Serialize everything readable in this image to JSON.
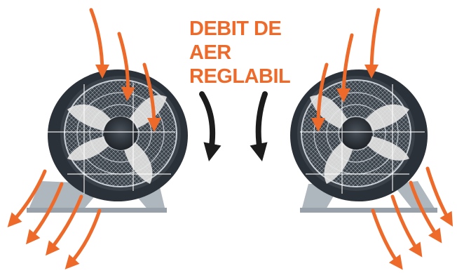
{
  "caption": {
    "lines": [
      "DEBIT DE",
      "AER",
      "REGLABIL"
    ]
  },
  "colors": {
    "accent": "#EE6A2A",
    "airflow": "#EE6A2A",
    "control_arrows": "#1C1C1C",
    "fan_housing": "#2B3138",
    "fan_stand": "#AEB6BE",
    "fan_guard": "#B9C0C6",
    "fan_blades": "#E6E6E6",
    "background": "#FFFFFF"
  },
  "icons": {
    "left_device": "axial-fan-icon",
    "right_device": "axial-fan-icon",
    "center_marks": "down-arrow-icon"
  }
}
